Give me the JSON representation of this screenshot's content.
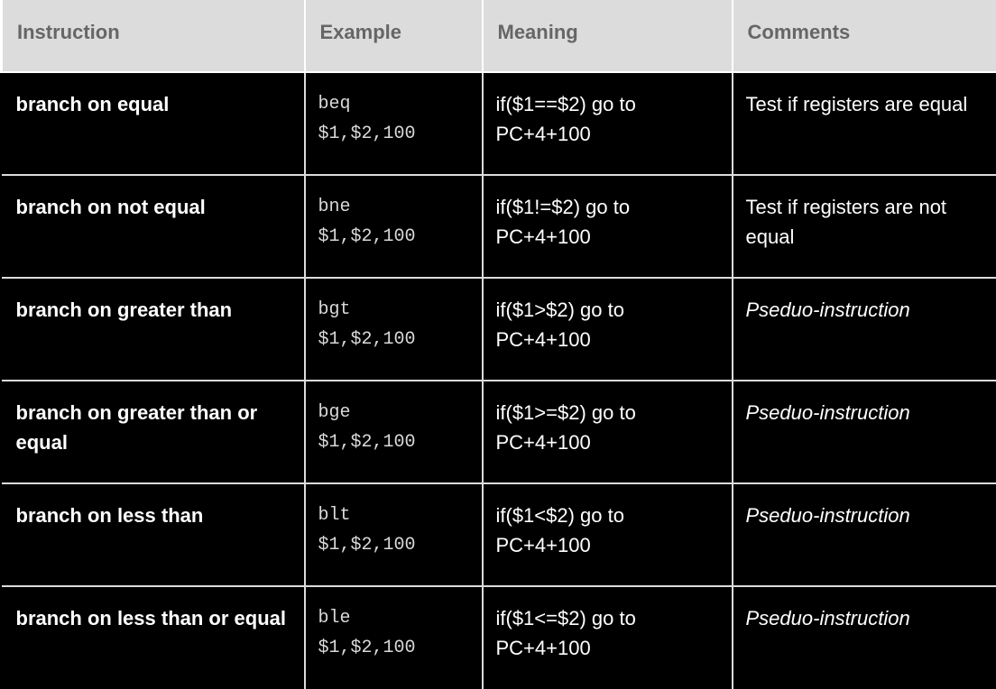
{
  "headers": {
    "instruction": "Instruction",
    "example": "Example",
    "meaning": "Meaning",
    "comments": "Comments"
  },
  "rows": [
    {
      "instruction": "branch on equal",
      "example_op": "beq",
      "example_args": "$1,$2,100",
      "meaning_cond": "if($1==$2) go to",
      "meaning_target": "PC+4+100",
      "comment": "Test if registers are equal"
    },
    {
      "instruction": "branch on not equal",
      "example_op": "bne",
      "example_args": "$1,$2,100",
      "meaning_cond": "if($1!=$2) go to",
      "meaning_target": "PC+4+100",
      "comment": "Test if registers are not equal"
    },
    {
      "instruction": "branch on greater than",
      "example_op": "bgt",
      "example_args": "$1,$2,100",
      "meaning_cond": "if($1>$2) go to",
      "meaning_target": "PC+4+100",
      "comment": "Pseduo-instruction"
    },
    {
      "instruction": "branch on greater than or equal",
      "example_op": "bge",
      "example_args": "$1,$2,100",
      "meaning_cond": "if($1>=$2) go to",
      "meaning_target": "PC+4+100",
      "comment": "Pseduo-instruction"
    },
    {
      "instruction": "branch on less than",
      "example_op": "blt",
      "example_args": "$1,$2,100",
      "meaning_cond": "if($1<$2) go to",
      "meaning_target": "PC+4+100",
      "comment": "Pseduo-instruction"
    },
    {
      "instruction": "branch on less than or equal",
      "example_op": "ble",
      "example_args": "$1,$2,100",
      "meaning_cond": "if($1<=$2) go to",
      "meaning_target": "PC+4+100",
      "comment": "Pseduo-instruction"
    }
  ]
}
